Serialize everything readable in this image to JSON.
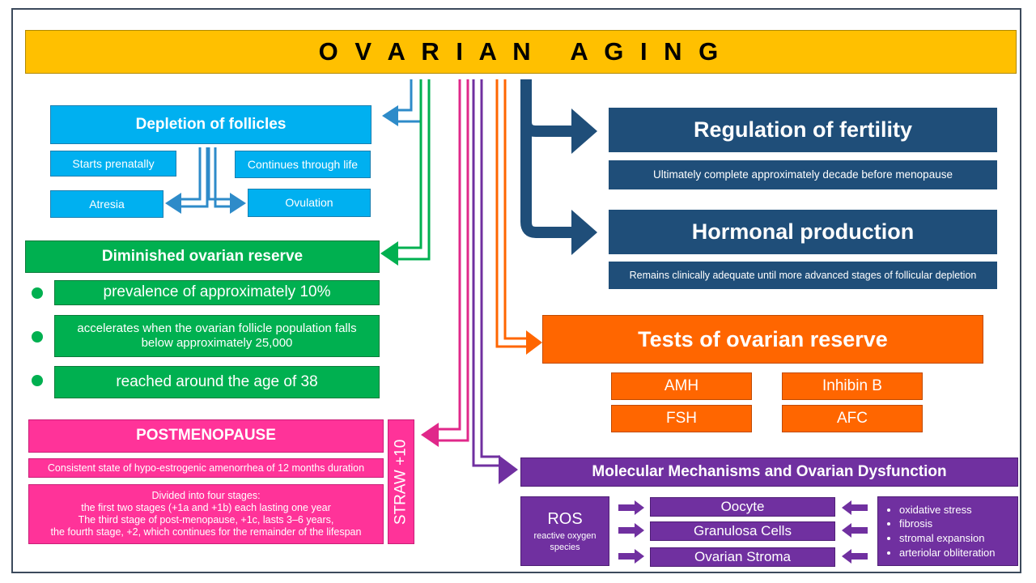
{
  "title": "O V A R I A N   A G I N G",
  "depletion": {
    "title": "Depletion of follicles",
    "starts": "Starts prenatally",
    "continues": "Continues through life",
    "atresia": "Atresia",
    "ovulation": "Ovulation"
  },
  "diminished": {
    "title": "Diminished ovarian reserve",
    "items": [
      "prevalence of approximately 10%",
      "accelerates when the ovarian follicle population falls below approximately 25,000",
      "reached around the age of 38"
    ]
  },
  "postmenopause": {
    "title": "POSTMENOPAUSE",
    "definition": "Consistent state of hypo-estrogenic amenorrhea of 12 months duration",
    "stages": [
      "Divided into four stages:",
      "the first two stages (+1a and +1b) each lasting one year",
      "The third stage of post-menopause,  +1c, lasts 3–6 years,",
      "the fourth stage, +2, which continues for the remainder of the lifespan"
    ],
    "straw": "STRAW +10"
  },
  "fertility": {
    "title": "Regulation of fertility",
    "note": "Ultimately complete approximately decade before menopause"
  },
  "hormonal": {
    "title": "Hormonal production",
    "note": "Remains clinically adequate until more advanced stages of follicular depletion"
  },
  "tests": {
    "title": "Tests of ovarian reserve",
    "items": [
      "AMH",
      "Inhibin B",
      "FSH",
      "AFC"
    ]
  },
  "molecular": {
    "title": "Molecular Mechanisms and Ovarian Dysfunction",
    "ros": "ROS",
    "ros_full": "reactive oxygen species",
    "targets": [
      "Oocyte",
      "Granulosa Cells",
      "Ovarian Stroma"
    ],
    "factors": [
      "oxidative stress",
      "fibrosis",
      "stromal expansion",
      "arteriolar obliteration"
    ]
  },
  "colors": {
    "title_bar": "#ffc000",
    "blue": "#00b0f0",
    "green": "#00b050",
    "navy": "#1f4e79",
    "orange": "#ff6600",
    "pink": "#ff3399",
    "purple": "#7030a0"
  }
}
